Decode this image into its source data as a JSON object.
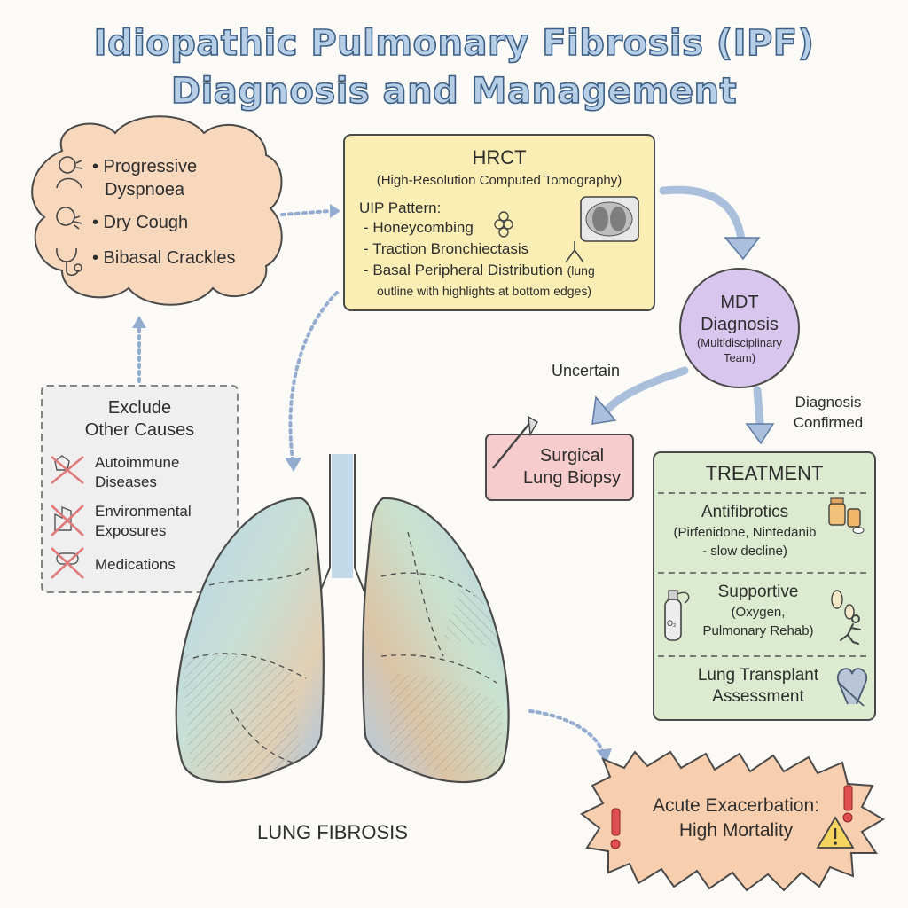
{
  "title": {
    "line1": "Idiopathic Pulmonary Fibrosis (IPF)",
    "line2": "Diagnosis and Management"
  },
  "symptoms": {
    "items": [
      "• Progressive",
      "Dyspnoea",
      "• Dry Cough",
      "• Bibasal Crackles"
    ]
  },
  "hrct": {
    "title": "HRCT",
    "subtitle": "(High-Resolution Computed Tomography)",
    "pattern_heading": "UIP Pattern:",
    "features": [
      "- Honeycombing",
      "- Traction Bronchiectasis",
      "- Basal Peripheral Distribution"
    ],
    "distribution_note_1": "(lung",
    "distribution_note_2": "outline with highlights at bottom edges)"
  },
  "mdt": {
    "line1": "MDT",
    "line2": "Diagnosis",
    "line3": "(Multidisciplinary",
    "line4": "Team)"
  },
  "exclude": {
    "title_1": "Exclude",
    "title_2": "Other Causes",
    "items": [
      {
        "line1": "Autoimmune",
        "line2": "Diseases"
      },
      {
        "line1": "Environmental",
        "line2": "Exposures"
      },
      {
        "line1": "Medications",
        "line2": ""
      }
    ]
  },
  "edges": {
    "uncertain": "Uncertain",
    "confirmed_1": "Diagnosis",
    "confirmed_2": "Confirmed"
  },
  "biopsy": {
    "line1": "Surgical",
    "line2": "Lung Biopsy"
  },
  "treatment": {
    "title": "TREATMENT",
    "antifibrotics": {
      "name": "Antifibrotics",
      "detail_1": "(Pirfenidone, Nintedanib",
      "detail_2": "- slow decline)"
    },
    "supportive": {
      "name": "Supportive",
      "detail_1": "(Oxygen,",
      "detail_2": "Pulmonary Rehab)"
    },
    "transplant": {
      "line1": "Lung Transplant",
      "line2": "Assessment"
    },
    "oxygen_label": "O₂"
  },
  "lung_label": "LUNG FIBROSIS",
  "exacerbation": {
    "line1": "Acute Exacerbation:",
    "line2": "High Mortality"
  },
  "colors": {
    "symptoms_fill": "#f8d8bd",
    "hrct_fill": "#faeeb5",
    "mdt_fill": "#d9c6ef",
    "biopsy_fill": "#f6cccc",
    "treatment_fill": "#dcebcf",
    "exclude_fill": "#efefef",
    "exacerbation_fill": "#f8cfae",
    "arrow": "#a9bfdc",
    "title_fill": "#b7cfe6",
    "title_stroke": "#3d5f86"
  }
}
